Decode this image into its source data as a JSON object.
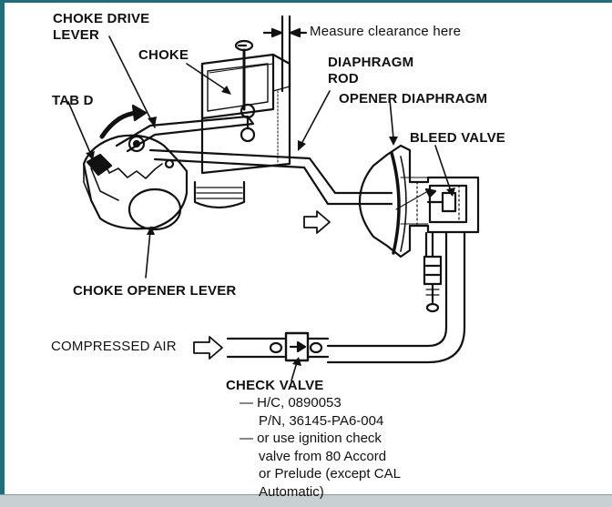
{
  "labels": {
    "choke_drive_lever_1": "CHOKE DRIVE",
    "choke_drive_lever_2": "LEVER",
    "choke": "CHOKE",
    "tab_d": "TAB D",
    "measure_clearance": "Measure clearance here",
    "diaphragm_rod_1": "DIAPHRAGM",
    "diaphragm_rod_2": "ROD",
    "opener_diaphragm": "OPENER DIAPHRAGM",
    "bleed_valve": "BLEED VALVE",
    "choke_opener_lever": "CHOKE OPENER LEVER",
    "compressed_air": "COMPRESSED AIR",
    "check_valve": "CHECK VALVE"
  },
  "notes": {
    "line1": "—  H/C, 0890053",
    "line2": "P/N, 36145-PA6-004",
    "line3": "—  or use ignition check",
    "line4": "valve from 80 Accord",
    "line5": "or Prelude (except CAL",
    "line6": "Automatic)"
  },
  "colors": {
    "ink": "#111111",
    "frame": "#1f6f7a"
  }
}
